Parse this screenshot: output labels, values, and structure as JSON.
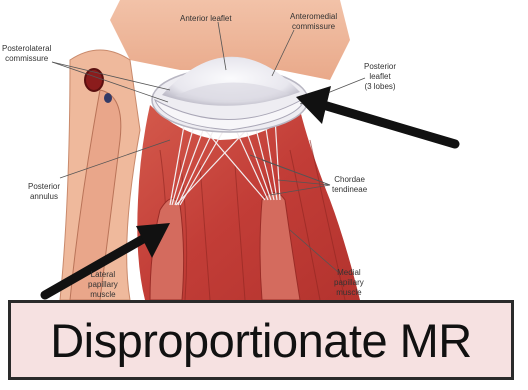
{
  "labels": {
    "anterior_leaflet": "Anterior leaflet",
    "anteromedial_commissure": "Anteromedial\ncommissure",
    "posterolateral_commissure": "Posterolateral\ncommissure",
    "posterior_leaflet": "Posterior\nleaflet\n(3 lobes)",
    "posterior_annulus": "Posterior\nannulus",
    "chordae_tendineae": "Chordae\ntendineae",
    "medial_papillary_muscle": "Medial\npapillary\nmuscle",
    "lateral_papillary_muscle": "Lateral\npapillary\nmuscle"
  },
  "caption": "Disproportionate MR",
  "colors": {
    "caption_background": "#f6e1e1",
    "caption_border": "#2a2a2a",
    "arrow": "#111111",
    "muscle": "#c9473f",
    "leaflet": "#f1f0f4"
  }
}
